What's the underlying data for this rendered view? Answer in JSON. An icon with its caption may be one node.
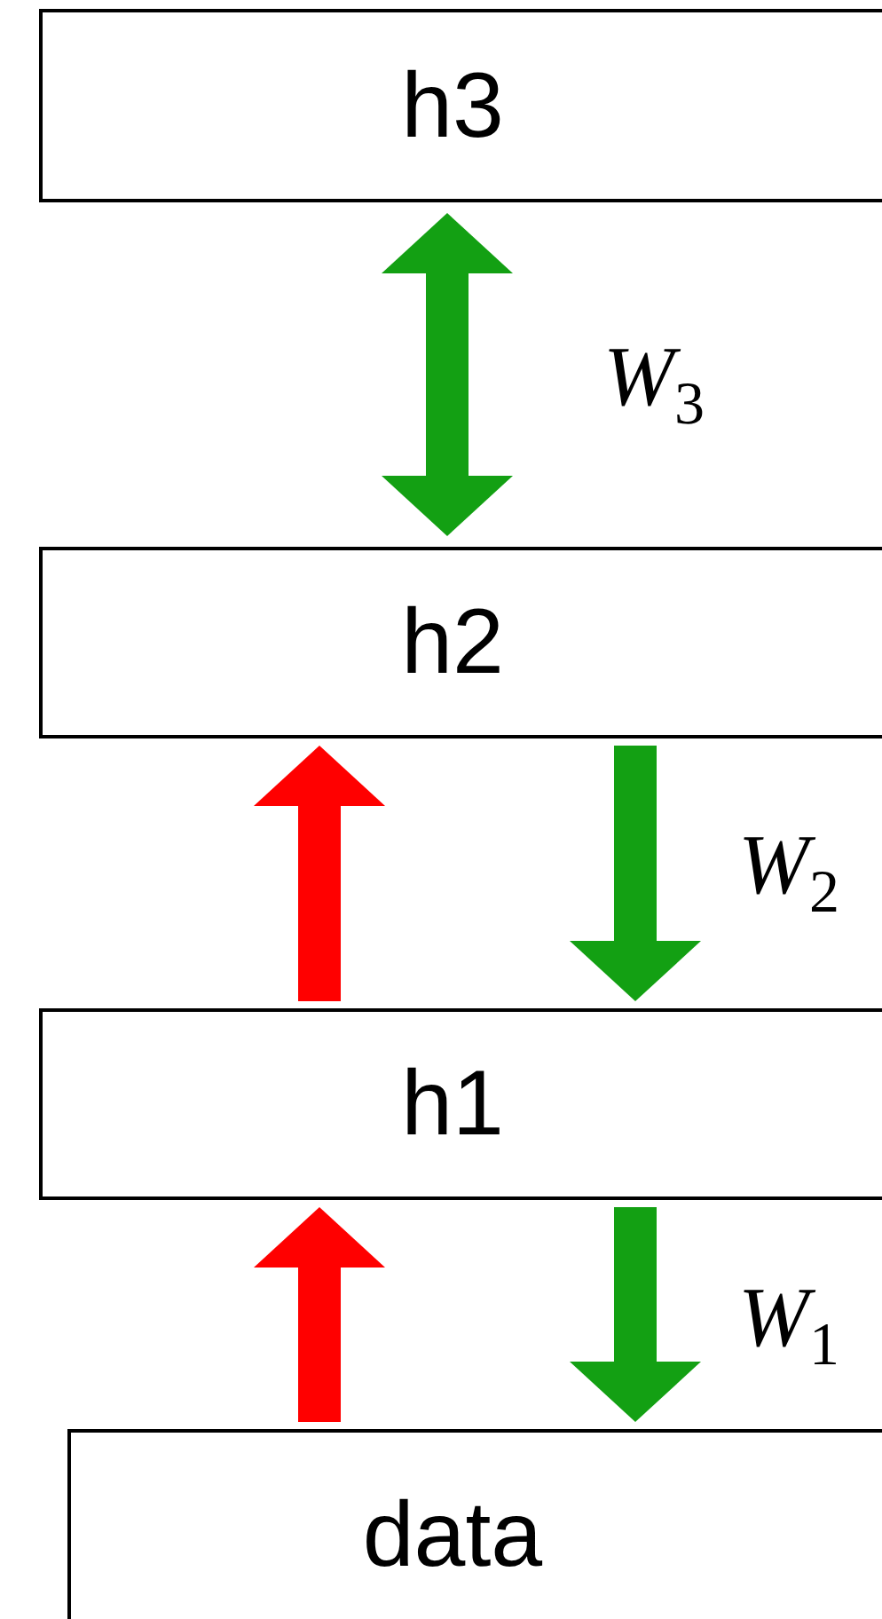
{
  "diagram": {
    "nodes": [
      {
        "text": [
          "h3"
        ]
      },
      {
        "text": [
          "h2"
        ]
      },
      {
        "text": [
          "h1"
        ]
      },
      {
        "text": [
          "data"
        ]
      }
    ],
    "edges": [
      {
        "from": 1,
        "to": 0,
        "arrow": "both",
        "label": "*W*$_{3}$"
      },
      {
        "from": 2,
        "to": 1,
        "arrow": "to",
        "color": "#ff0000"
      },
      {
        "from": 1,
        "to": 2,
        "arrow": "to",
        "label": "*W*$_{2}$"
      },
      {
        "from": 3,
        "to": 2,
        "arrow": "to",
        "color": "#ff0000"
      },
      {
        "from": 2,
        "to": 3,
        "arrow": "to",
        "label": "*W*$_{1}$"
      }
    ]
  }
}
